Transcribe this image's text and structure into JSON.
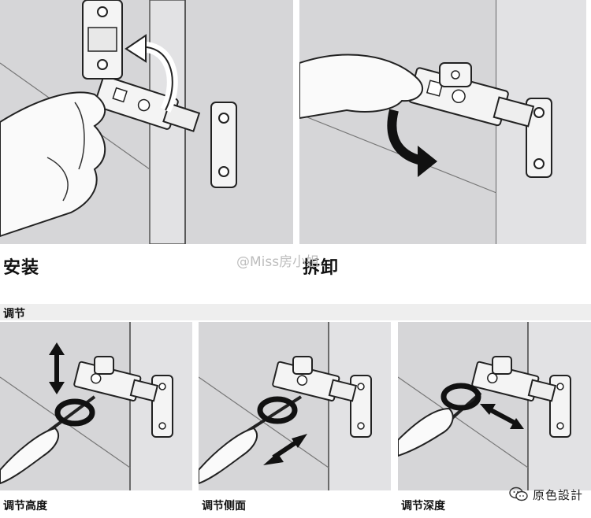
{
  "panels": {
    "install": {
      "label": "安装"
    },
    "remove": {
      "label": "拆卸"
    }
  },
  "watermark": "@Miss房小姐",
  "adjust_section": {
    "title": "调节"
  },
  "adjust_panels": [
    {
      "label": "调节高度"
    },
    {
      "label": "调节侧面"
    },
    {
      "label": "调节深度"
    }
  ],
  "brand": {
    "name": "原色設計",
    "icon": "wechat-icon"
  }
}
